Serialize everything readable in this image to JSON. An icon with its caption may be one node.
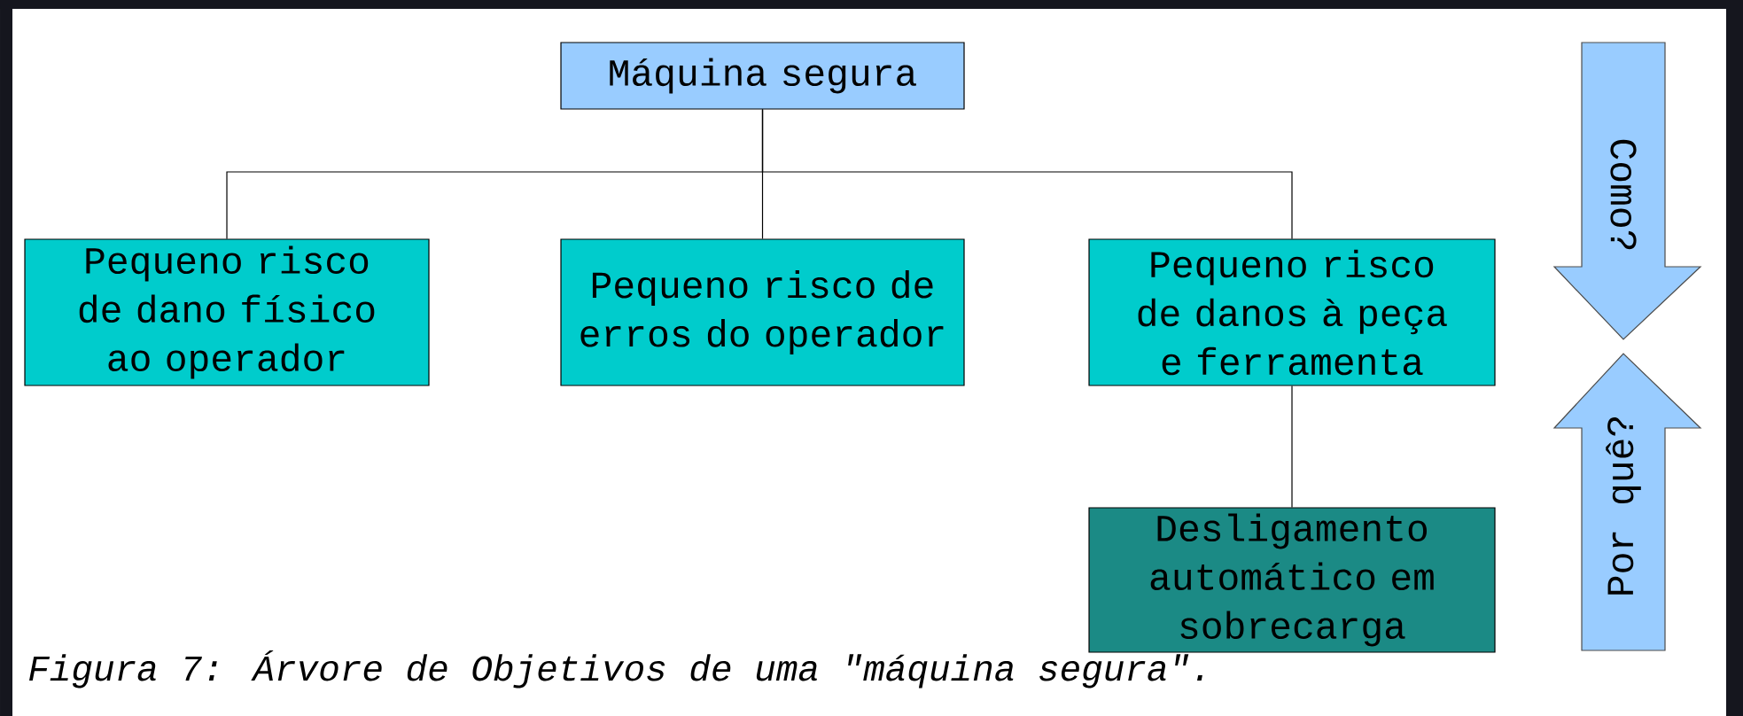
{
  "diagram": {
    "caption": "Figura 7: Árvore de Objetivos de uma \"máquina segura\".",
    "nodes": [
      {
        "text": [
          "Máquina segura"
        ]
      },
      {
        "text": [
          "Pequeno risco de dano físico ao operador"
        ]
      },
      {
        "text": [
          "Pequeno risco de erros do operador"
        ]
      },
      {
        "text": [
          "Pequeno risco de danos à peça e ferramenta"
        ]
      },
      {
        "text": [
          "Desligamento automático em sobrecarga"
        ]
      },
      {
        "text": [
          "Como?"
        ]
      },
      {
        "text": [
          "Por quê?"
        ]
      }
    ],
    "edges": [
      {
        "from": 0,
        "to": 1,
        "arrow": "none"
      },
      {
        "from": 0,
        "to": 2,
        "arrow": "none"
      },
      {
        "from": 0,
        "to": 3,
        "arrow": "none"
      },
      {
        "from": 3,
        "to": 4,
        "arrow": "none"
      }
    ]
  }
}
